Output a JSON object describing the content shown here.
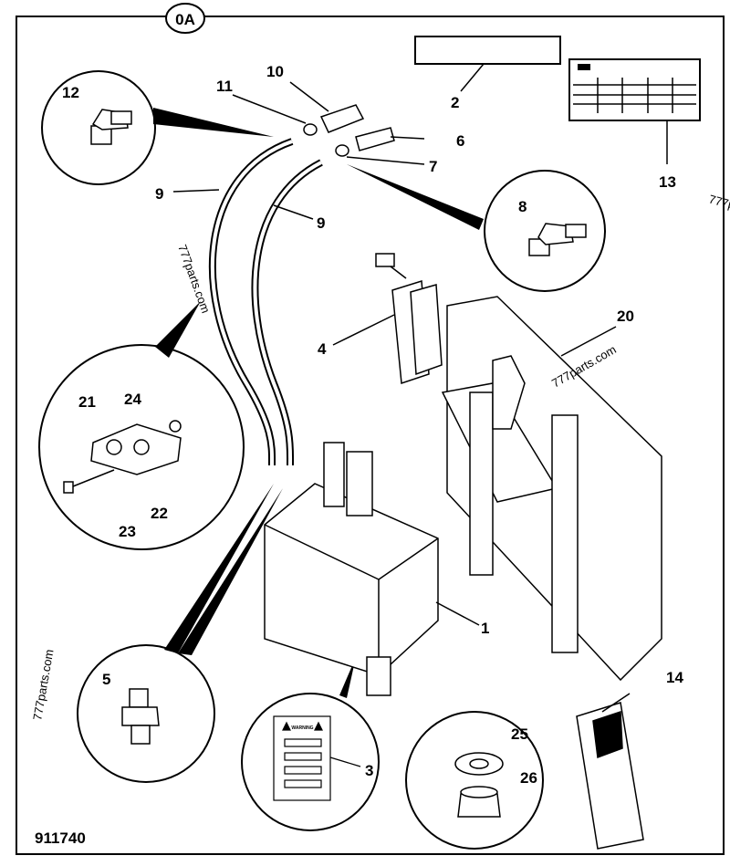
{
  "figure": {
    "section_badge": "0A",
    "figure_number": "911740",
    "watermarks": [
      "777parts.com",
      "777parts.com",
      "777parts.com",
      "777pa"
    ],
    "callouts": [
      "1",
      "2",
      "3",
      "4",
      "5",
      "6",
      "7",
      "8",
      "9",
      "9",
      "10",
      "11",
      "12",
      "13",
      "14",
      "20",
      "21",
      "22",
      "23",
      "24",
      "25",
      "26"
    ],
    "sticker_text": "WARNING"
  }
}
